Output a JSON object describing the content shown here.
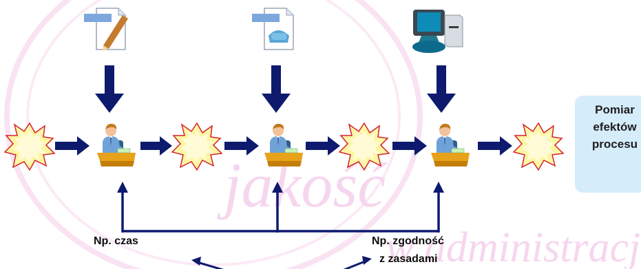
{
  "watermark": {
    "line1": "jakość",
    "line2": "w administracji",
    "color": "#f6d6ee"
  },
  "info_box": {
    "lines": [
      "Pomiar",
      "efektów",
      "procesu"
    ],
    "color": "#d5ecfb"
  },
  "labels": {
    "time": "Np. czas",
    "compliance_line1": "Np. zgodność",
    "compliance_line2": "z zasadami"
  },
  "icons": {
    "input_top": [
      "document-pencil-icon",
      "document-phone-icon",
      "computer-icon"
    ],
    "events": [
      "starburst-icon",
      "starburst-icon",
      "starburst-icon",
      "starburst-icon"
    ],
    "workers": [
      "clerk-at-desk-icon",
      "clerk-at-desk-icon",
      "clerk-at-desk-icon"
    ]
  },
  "colors": {
    "arrow": "#0d1a6e",
    "starburst_fill": "#fdf6a3",
    "starburst_stroke": "#d3202e"
  }
}
